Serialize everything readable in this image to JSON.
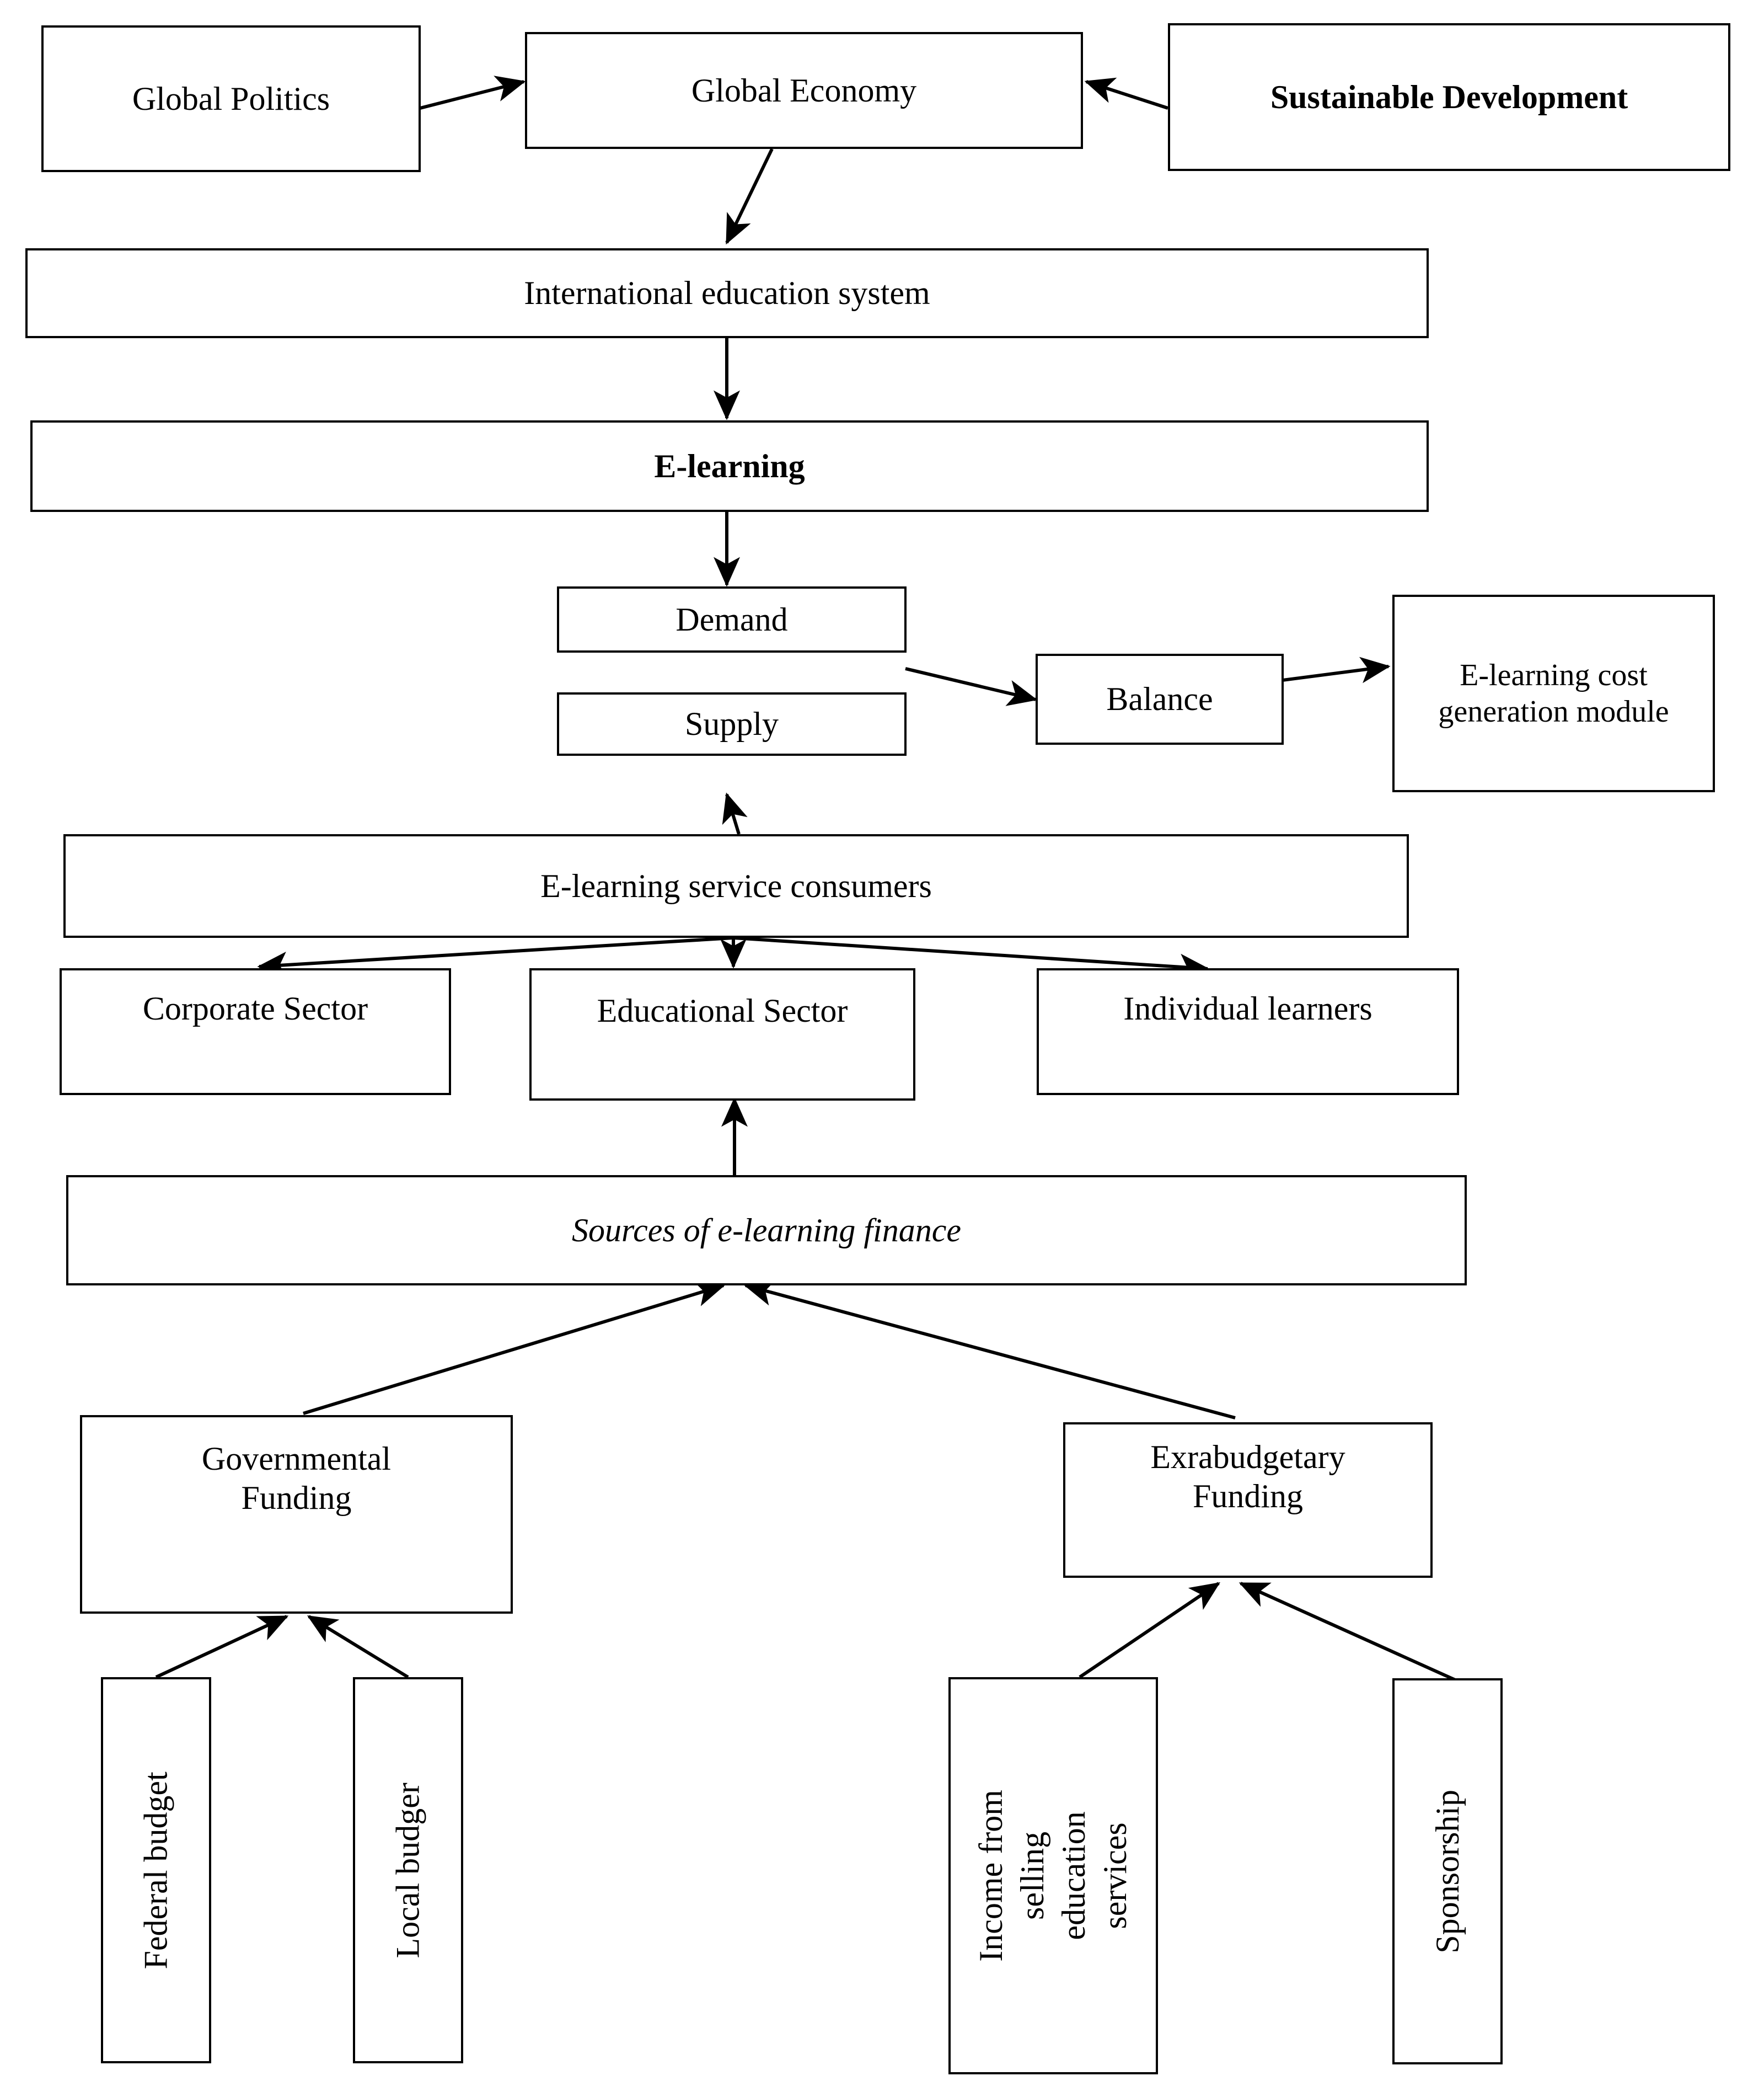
{
  "diagram": {
    "title": "E-learning finance and cost generation conceptual scheme",
    "stroke_color": "#000000",
    "background_color": "#ffffff",
    "nodes": [
      {
        "id": "global-politics",
        "label": "Global Politics",
        "style": "plain",
        "orientation": "horizontal"
      },
      {
        "id": "global-economy",
        "label": "Global Economy",
        "style": "plain",
        "orientation": "horizontal"
      },
      {
        "id": "sustainable-development",
        "label": "Sustainable Development",
        "style": "bold",
        "orientation": "horizontal"
      },
      {
        "id": "international-education-system",
        "label": "International education system",
        "style": "plain",
        "orientation": "horizontal"
      },
      {
        "id": "e-learning",
        "label": "E-learning",
        "style": "bold",
        "orientation": "horizontal"
      },
      {
        "id": "demand",
        "label": "Demand",
        "style": "plain",
        "orientation": "horizontal"
      },
      {
        "id": "supply",
        "label": "Supply",
        "style": "plain",
        "orientation": "horizontal"
      },
      {
        "id": "balance",
        "label": "Balance",
        "style": "plain",
        "orientation": "horizontal"
      },
      {
        "id": "cost-generation-module",
        "label": "E-learning cost generation module",
        "style": "plain",
        "orientation": "horizontal"
      },
      {
        "id": "service-consumers",
        "label": "E-learning service consumers",
        "style": "plain",
        "orientation": "horizontal"
      },
      {
        "id": "corporate-sector",
        "label": "Corporate Sector",
        "style": "plain",
        "orientation": "horizontal"
      },
      {
        "id": "educational-sector",
        "label": "Educational Sector",
        "style": "plain",
        "orientation": "horizontal"
      },
      {
        "id": "individual-learners",
        "label": "Individual learners",
        "style": "plain",
        "orientation": "horizontal"
      },
      {
        "id": "sources-of-finance",
        "label": "Sources of e-learning finance",
        "style": "italic",
        "orientation": "horizontal"
      },
      {
        "id": "governmental-funding",
        "label": "Governmental Funding",
        "style": "plain",
        "orientation": "horizontal"
      },
      {
        "id": "exrabudgetary-funding",
        "label": "Exrabudgetary Funding",
        "style": "plain",
        "orientation": "horizontal"
      },
      {
        "id": "federal-budget",
        "label": "Federal budget",
        "style": "plain",
        "orientation": "vertical"
      },
      {
        "id": "local-budger",
        "label": "Local budger",
        "style": "plain",
        "orientation": "vertical"
      },
      {
        "id": "income-selling-services",
        "label": "Income from selling education services",
        "style": "plain",
        "orientation": "vertical"
      },
      {
        "id": "sponsorship",
        "label": "Sponsorship",
        "style": "plain",
        "orientation": "vertical"
      }
    ],
    "edges": [
      {
        "from": "global-politics",
        "to": "global-economy",
        "arrow": "to"
      },
      {
        "from": "sustainable-development",
        "to": "global-economy",
        "arrow": "to"
      },
      {
        "from": "global-economy",
        "to": "international-education-system",
        "arrow": "to"
      },
      {
        "from": "international-education-system",
        "to": "e-learning",
        "arrow": "to"
      },
      {
        "from": "e-learning",
        "to": "demand",
        "arrow": "to"
      },
      {
        "from": "supply-demand-pair",
        "to": "balance",
        "arrow": "to"
      },
      {
        "from": "balance",
        "to": "cost-generation-module",
        "arrow": "to"
      },
      {
        "from": "service-consumers",
        "to": "supply",
        "arrow": "to"
      },
      {
        "from": "service-consumers",
        "to": "corporate-sector",
        "arrow": "to"
      },
      {
        "from": "service-consumers",
        "to": "educational-sector",
        "arrow": "to"
      },
      {
        "from": "service-consumers",
        "to": "individual-learners",
        "arrow": "to"
      },
      {
        "from": "sources-of-finance",
        "to": "educational-sector",
        "arrow": "to"
      },
      {
        "from": "governmental-funding",
        "to": "sources-of-finance",
        "arrow": "to"
      },
      {
        "from": "exrabudgetary-funding",
        "to": "sources-of-finance",
        "arrow": "to"
      },
      {
        "from": "federal-budget",
        "to": "governmental-funding",
        "arrow": "to"
      },
      {
        "from": "local-budger",
        "to": "governmental-funding",
        "arrow": "to"
      },
      {
        "from": "income-selling-services",
        "to": "exrabudgetary-funding",
        "arrow": "to"
      },
      {
        "from": "sponsorship",
        "to": "exrabudgetary-funding",
        "arrow": "to"
      }
    ]
  }
}
